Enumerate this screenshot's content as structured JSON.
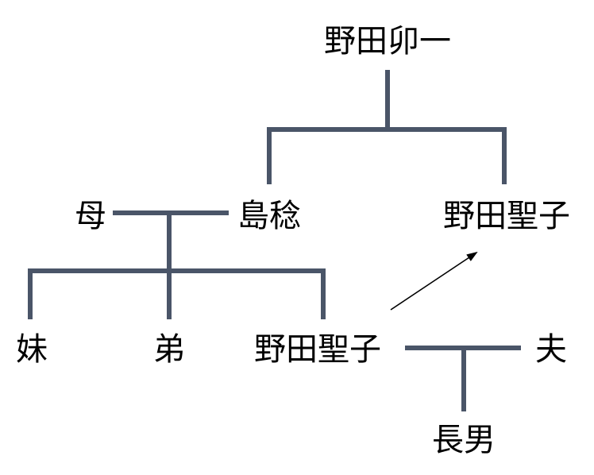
{
  "colors": {
    "connector": "#4a5568",
    "arrow": "#000000",
    "text": "#000000",
    "background": "#ffffff"
  },
  "people": {
    "noda_uichi": "野田卯一",
    "mother": "母",
    "shima_minoru": "島稔",
    "noda_seiko_parent_level": "野田聖子",
    "sister": "妹",
    "brother": "弟",
    "noda_seiko": "野田聖子",
    "husband": "夫",
    "eldest_son": "長男"
  },
  "relations": [
    {
      "type": "parent-child",
      "parent": "noda_uichi",
      "children": [
        "shima_minoru",
        "noda_seiko_parent_level"
      ]
    },
    {
      "type": "marriage",
      "between": [
        "mother",
        "shima_minoru"
      ]
    },
    {
      "type": "parent-child",
      "parent": "mother+shima_minoru",
      "children": [
        "sister",
        "brother",
        "noda_seiko"
      ]
    },
    {
      "type": "marriage",
      "between": [
        "noda_seiko",
        "husband"
      ]
    },
    {
      "type": "parent-child",
      "parent": "noda_seiko+husband",
      "children": [
        "eldest_son"
      ]
    },
    {
      "type": "arrow",
      "from": "noda_seiko",
      "to": "noda_seiko_parent_level"
    }
  ]
}
